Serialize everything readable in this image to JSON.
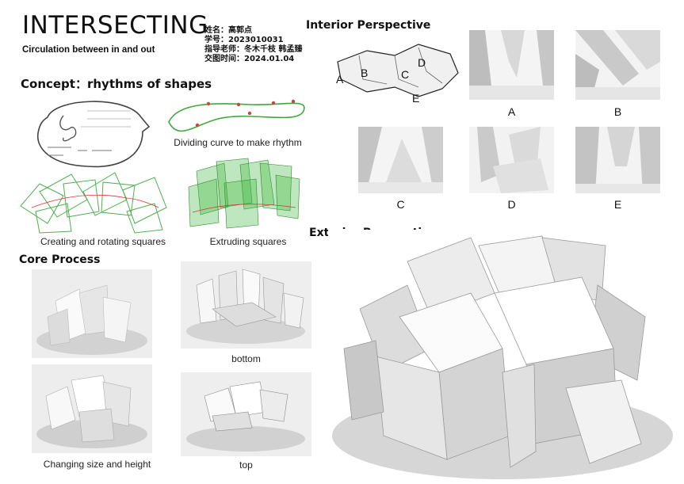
{
  "header": {
    "title": "INTERSECTING",
    "subtitle": "Circulation between in and out",
    "info": [
      "姓名：高郭点",
      "学号：2023010031",
      "指导老师：冬木千枝  韩孟臻",
      "交图时间：2024.01.04"
    ]
  },
  "concept": {
    "heading": "Concept：rhythms of shapes",
    "captions": {
      "dividing": "Dividing curve to make rhythm",
      "rotating": "Creating and rotating squares",
      "extruding": "Extruding squares"
    }
  },
  "core": {
    "heading": "Core Process",
    "captions": {
      "bottom": "bottom",
      "changing": "Changing size and height",
      "top": "top"
    }
  },
  "interior": {
    "heading": "Interior Perspective",
    "plan_labels": [
      "A",
      "B",
      "C",
      "D",
      "E"
    ],
    "view_labels": [
      "A",
      "B",
      "C",
      "D",
      "E"
    ]
  },
  "exterior": {
    "heading": "Exterior Perspective"
  }
}
